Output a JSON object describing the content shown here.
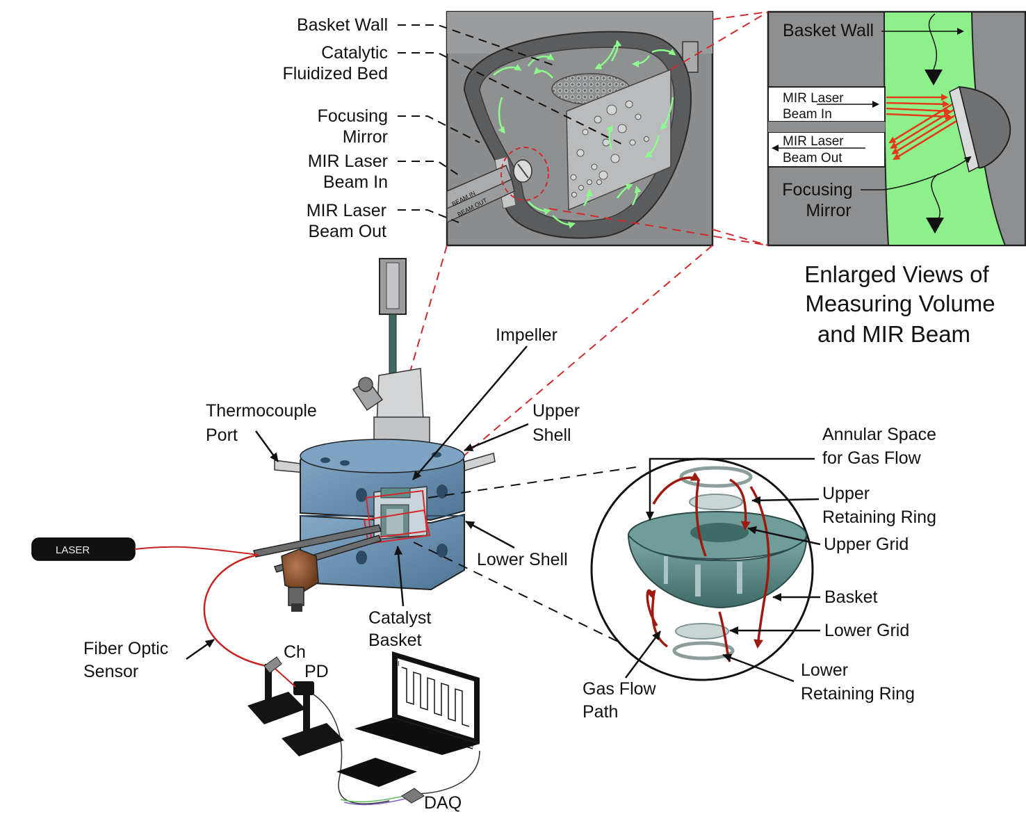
{
  "inset_left": {
    "labels": {
      "basket_wall": [
        "Basket Wall"
      ],
      "catalytic_bed": [
        "Catalytic",
        "Fluidized Bed"
      ],
      "focusing_mirror": [
        "Focusing",
        "Mirror"
      ],
      "beam_in": [
        "MIR Laser",
        "Beam In"
      ],
      "beam_out": [
        "MIR Laser",
        "Beam Out"
      ]
    },
    "rod_text": [
      "BEAM IN",
      "BEAM OUT"
    ]
  },
  "inset_right": {
    "labels": {
      "basket_wall": "Basket Wall",
      "beam_in": [
        "MIR Laser",
        "Beam In"
      ],
      "beam_out": [
        "MIR Laser",
        "Beam Out"
      ],
      "focusing_mirror": [
        "Focusing",
        "Mirror"
      ]
    }
  },
  "caption": [
    "Enlarged Views of",
    "Measuring Volume",
    "and MIR Beam"
  ],
  "main_labels": {
    "impeller": "Impeller",
    "thermocouple": [
      "Thermocouple",
      "Port"
    ],
    "upper_shell": [
      "Upper",
      "Shell"
    ],
    "lower_shell": "Lower Shell",
    "catalyst_basket": [
      "Catalyst",
      "Basket"
    ],
    "fiber_optic": [
      "Fiber Optic",
      "Sensor"
    ],
    "ch": "Ch",
    "pd": "PD",
    "daq": "DAQ",
    "laser": "LASER",
    "axis_x": "t",
    "axis_y": "I"
  },
  "circle_labels": {
    "annular": [
      "Annular Space",
      "for Gas Flow"
    ],
    "upper_ring": [
      "Upper",
      "Retaining Ring"
    ],
    "upper_grid": "Upper Grid",
    "basket": "Basket",
    "lower_grid": "Lower Grid",
    "lower_ring": [
      "Lower",
      "Retaining Ring"
    ],
    "gas_flow": [
      "Gas Flow",
      "Path"
    ]
  },
  "colors": {
    "steel_blue": "#6f96b8",
    "inset_grey": "#8b8d8f",
    "green_flow": "#8cfc8c",
    "green_bed": "#8ef08a",
    "laser_red": "#e23a1a",
    "dashed_red": "#d22a2a",
    "basket_teal": "#5f8f8c"
  }
}
